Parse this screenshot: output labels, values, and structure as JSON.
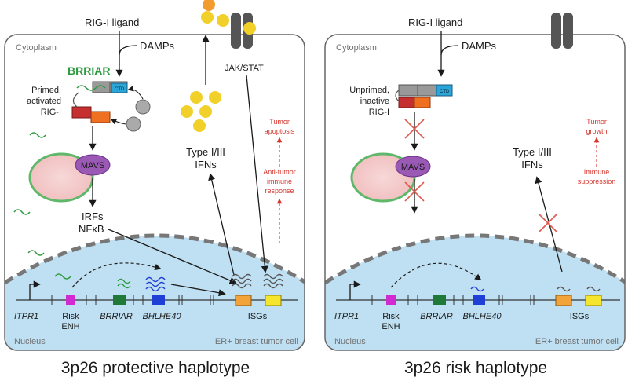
{
  "colors": {
    "nucleus_fill": "#bfe0f2",
    "cell_border": "#666666",
    "brriar_green": "#2d9a3d",
    "mavs_purple": "#9b59b6",
    "ligand_yellow": "#f2d02a",
    "ligand_orange": "#f29b30",
    "isg_orange": "#f2a33a",
    "isg_yellow": "#f5e52c",
    "enh_magenta": "#d12ad1",
    "bhlhe40_blue": "#1f3fd6",
    "red_text": "#d6342c"
  },
  "left_panel": {
    "top_ligand": "RIG-I ligand",
    "cytoplasm": "Cytoplasm",
    "damps": "DAMPs",
    "brriar_label": "BRRIAR",
    "rigi_line1": "Primed,",
    "rigi_line2": "activated",
    "rigi_line3": "RIG-I",
    "ctd": "CTD",
    "mavs": "MAVS",
    "irfs": "IRFs",
    "nfkb": "NFκB",
    "jakstat": "JAK/STAT",
    "ifn_line1": "Type I/III",
    "ifn_line2": "IFNs",
    "outcome_line1": "Tumor",
    "outcome_line2": "apoptosis",
    "response_line1": "Anti-tumor",
    "response_line2": "immune",
    "response_line3": "response",
    "gene_itpr1": "ITPR1",
    "risk_line1": "Risk",
    "risk_line2": "ENH",
    "gene_brriar": "BRRIAR",
    "gene_bhlhe40": "BHLHE40",
    "isgs": "ISGs",
    "nucleus": "Nucleus",
    "cell_type": "ER+ breast tumor cell",
    "caption": "3p26 protective haplotype"
  },
  "right_panel": {
    "top_ligand": "RIG-I ligand",
    "cytoplasm": "Cytoplasm",
    "damps": "DAMPs",
    "rigi_line1": "Unprimed,",
    "rigi_line2": "inactive",
    "rigi_line3": "RIG-I",
    "ctd": "CTD",
    "mavs": "MAVS",
    "ifn_line1": "Type I/III",
    "ifn_line2": "IFNs",
    "outcome_line1": "Tumor",
    "outcome_line2": "growth",
    "response_line1": "Immune",
    "response_line2": "suppression",
    "gene_itpr1": "ITPR1",
    "risk_line1": "Risk",
    "risk_line2": "ENH",
    "gene_brriar": "BRRIAR",
    "gene_bhlhe40": "BHLHE40",
    "isgs": "ISGs",
    "nucleus": "Nucleus",
    "cell_type": "ER+ breast tumor cell",
    "caption": "3p26 risk haplotype"
  }
}
